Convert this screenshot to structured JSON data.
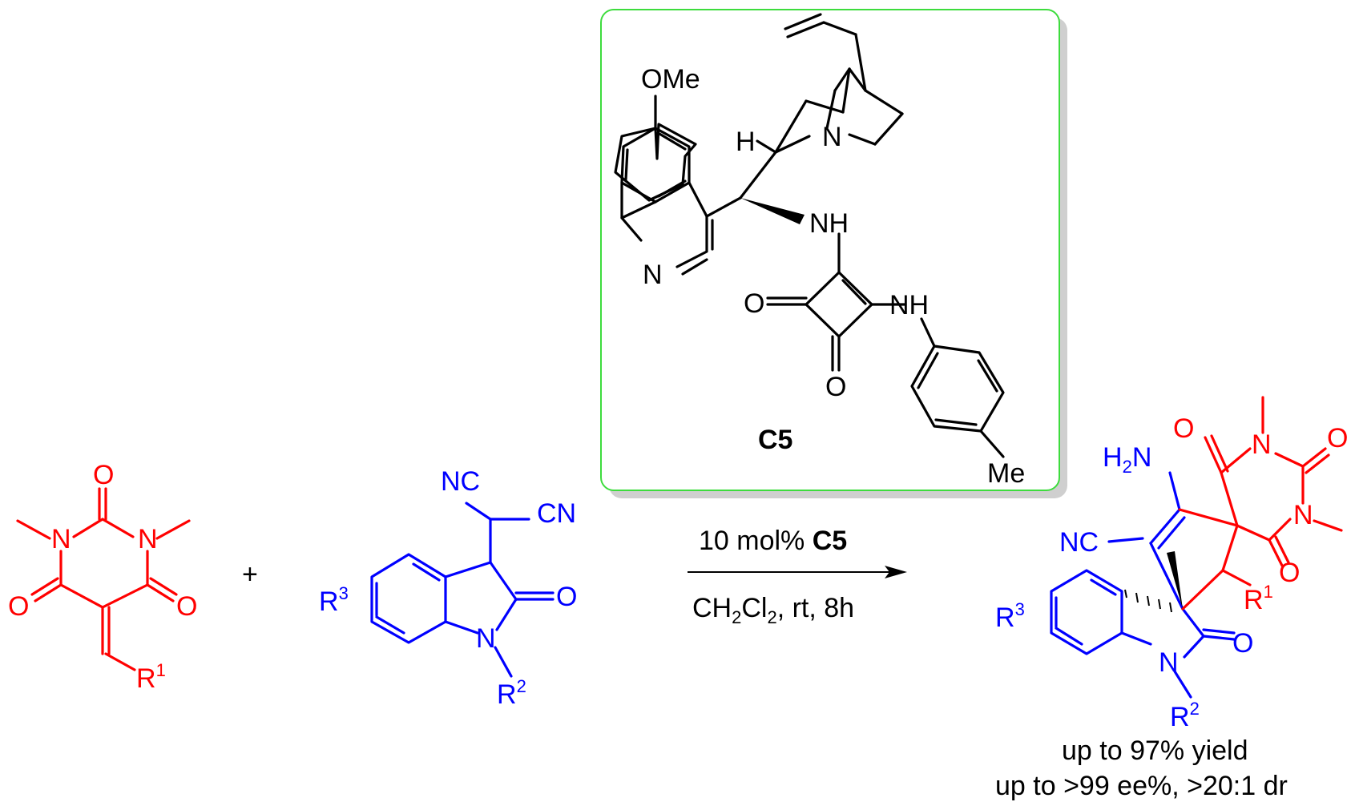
{
  "colors": {
    "black": "#000000",
    "red": "#ff0000",
    "blue": "#0000ff",
    "box_border": "#3ddc3d",
    "box_shadow": "#cfcfcf"
  },
  "catalyst": {
    "name": "C5",
    "ome": "OMe",
    "h": "H",
    "n_quinuclidine": "N",
    "nh_1": "NH",
    "nh_2": "NH",
    "n_quinoline": "N",
    "o_1": "O",
    "o_2": "O",
    "me": "Me"
  },
  "reagent1": {
    "o_top": "O",
    "o_left": "O",
    "o_right": "O",
    "n_left": "N",
    "n_right": "N",
    "r1": "R",
    "r1_sup": "1"
  },
  "plus": "+",
  "reagent2": {
    "nc": "NC",
    "cn": "CN",
    "o": "O",
    "n": "N",
    "r2": "R",
    "r2_sup": "2",
    "r3": "R",
    "r3_sup": "3"
  },
  "arrow": {
    "above_amount": "10 mol% ",
    "above_catalyst": "C5",
    "below_ch": "CH",
    "below_sub1": "2",
    "below_cl": "Cl",
    "below_sub2": "2",
    "below_rest": ", rt, 8h"
  },
  "product": {
    "h2n_h": "H",
    "h2n_sub": "2",
    "h2n_n": "N",
    "nc": "NC",
    "o_1": "O",
    "o_2": "O",
    "o_3": "O",
    "o_4": "O",
    "n_top": "N",
    "n_right": "N",
    "n_oxindole": "N",
    "r1": "R",
    "r1_sup": "1",
    "r2": "R",
    "r2_sup": "2",
    "r3": "R",
    "r3_sup": "3"
  },
  "results": {
    "line1": "up to 97% yield",
    "line2": "up to >99 ee%, >20:1 dr"
  }
}
